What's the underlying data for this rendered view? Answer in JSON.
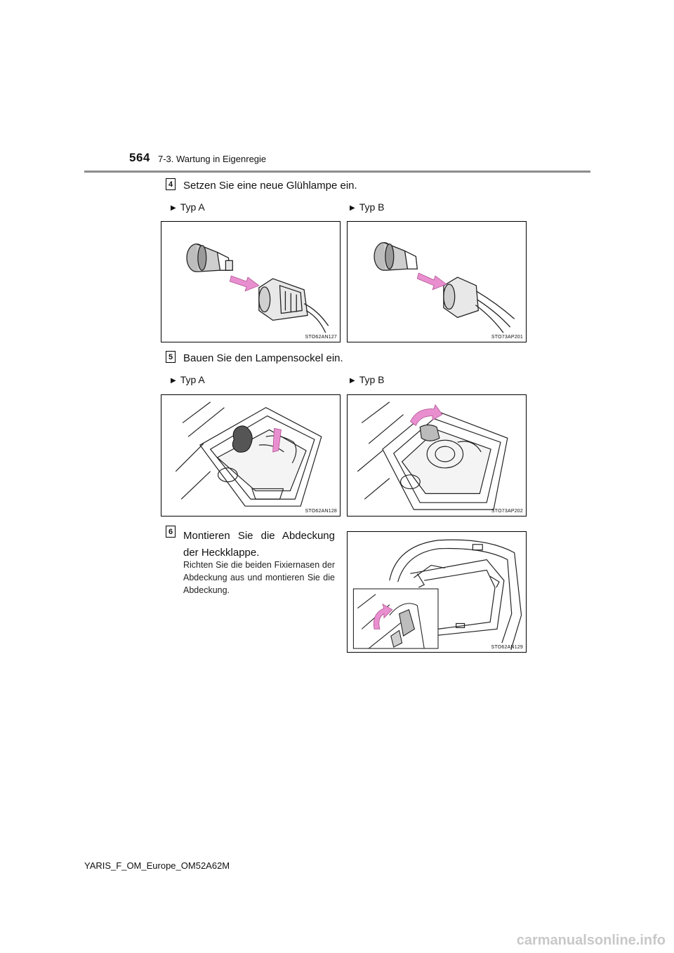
{
  "header": {
    "page_number": "564",
    "section": "7-3. Wartung in Eigenregie"
  },
  "steps": [
    {
      "number": "4",
      "text": "Setzen Sie eine neue Glühlampe ein.",
      "type_a_label": "Typ A",
      "type_b_label": "Typ B",
      "figure_a_code": "STO62AN127",
      "figure_b_code": "STO73AP201"
    },
    {
      "number": "5",
      "text": "Bauen Sie den Lampensockel ein.",
      "type_a_label": "Typ A",
      "type_b_label": "Typ B",
      "figure_a_code": "STO62AN128",
      "figure_b_code": "STO73AP202"
    },
    {
      "number": "6",
      "title_line1": "Montieren Sie die Abdeckung",
      "title_line2": "der Heckklappe.",
      "description": "Richten Sie die beiden Fixiernasen der Abdeckung aus und montieren Sie die Abdeckung.",
      "figure_code": "STO62AN129"
    }
  ],
  "footer": {
    "text": "YARIS_F_OM_Europe_OM52A62M"
  },
  "watermark": "carmanualsonline.info",
  "colors": {
    "arrow_pink": "#e98fd0",
    "rule_gray": "#8c8c8c"
  }
}
